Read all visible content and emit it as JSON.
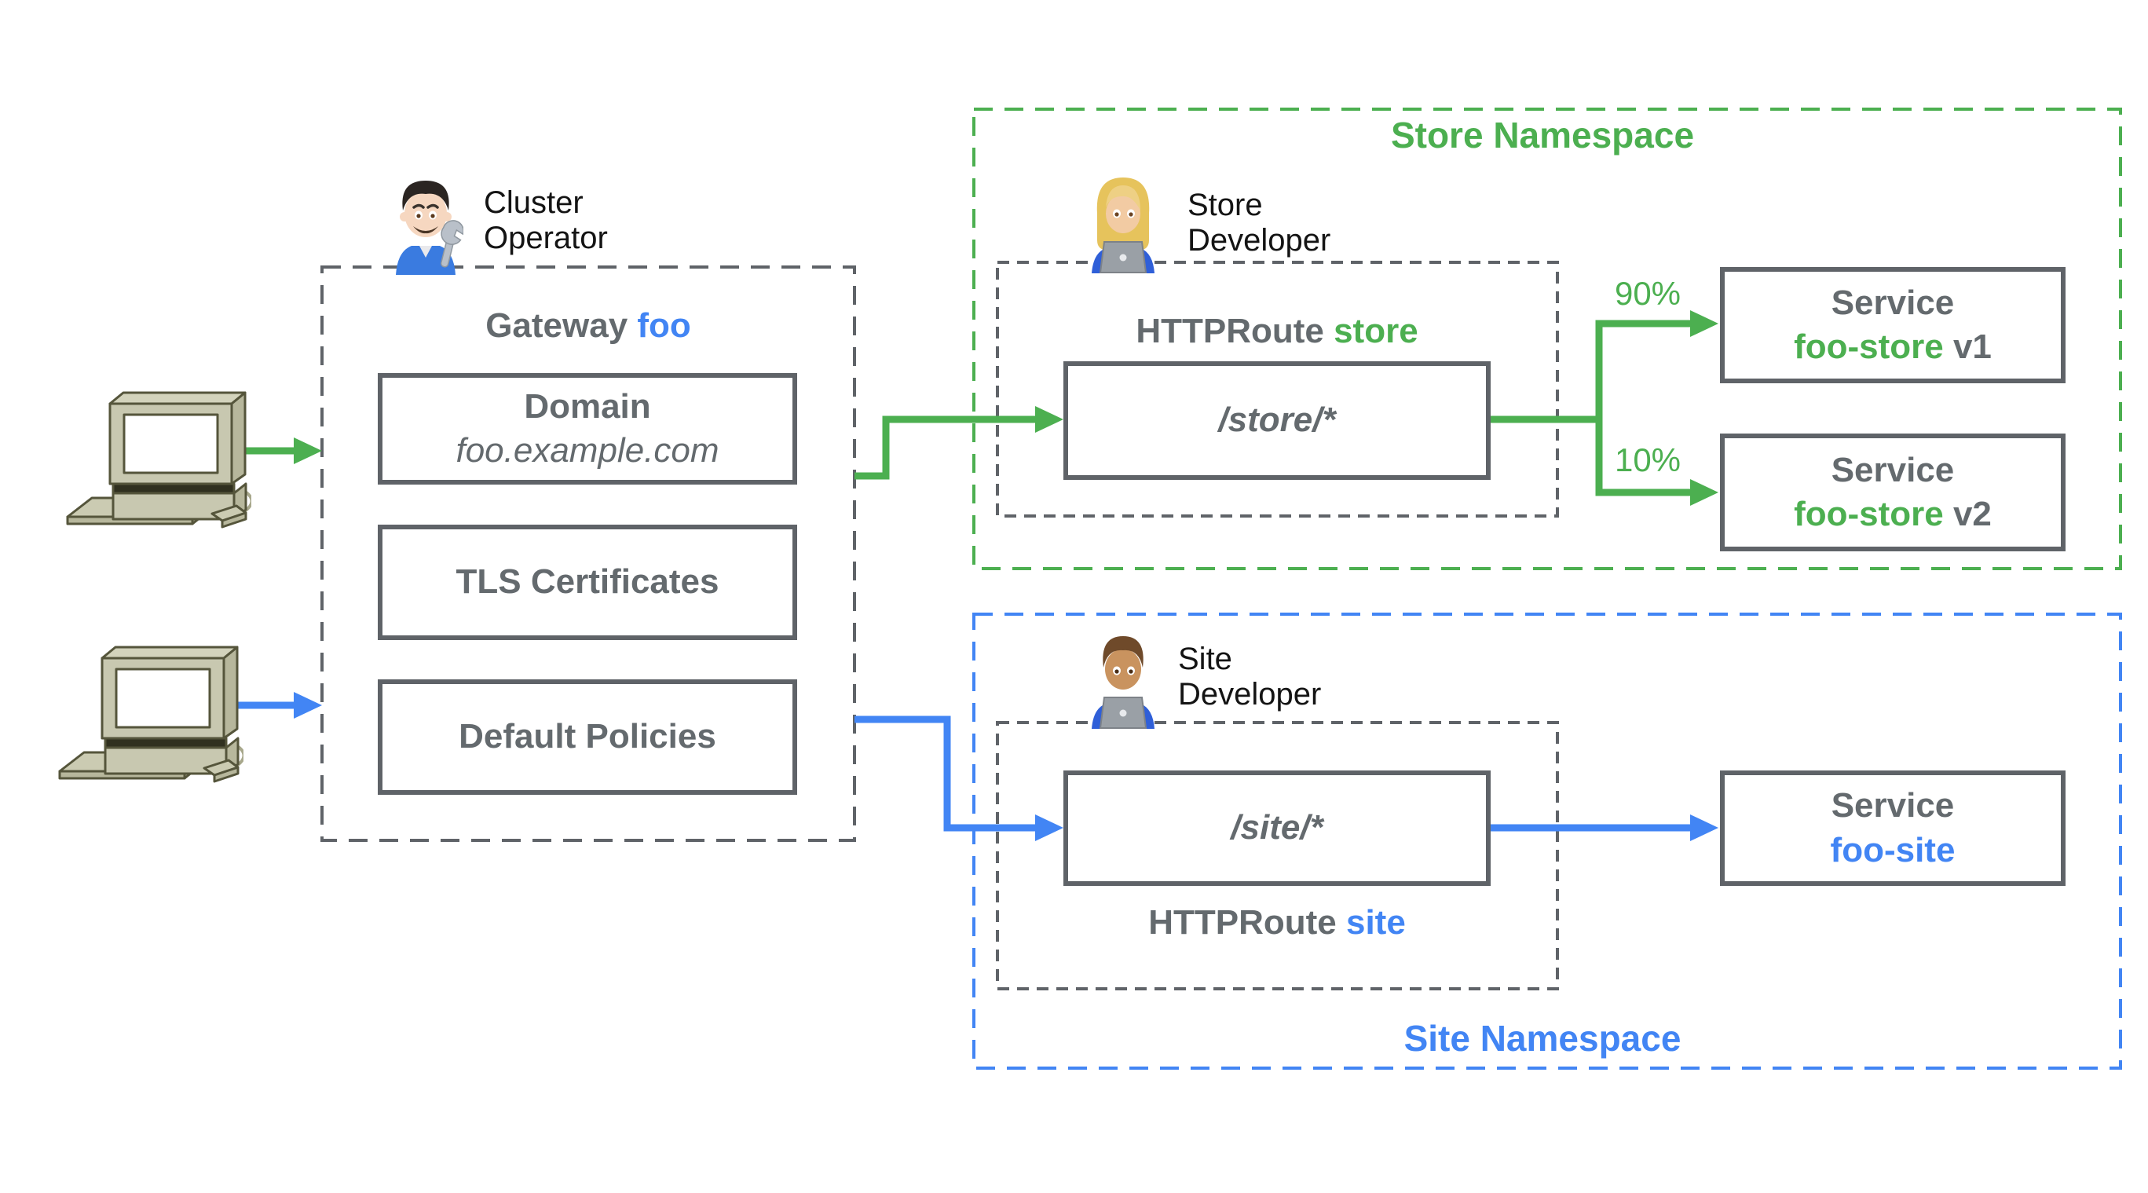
{
  "colors": {
    "green": "#4CAF50",
    "blue": "#4285F4",
    "gray_border": "#5f6368",
    "gray_text": "#646a6e",
    "black_text": "#141414",
    "computer_body": "#c8c8b0"
  },
  "clients": {
    "icon": "desktop-computer-icon",
    "count": 2
  },
  "gateway": {
    "persona": {
      "icon": "man-mechanic-emoji",
      "label": "Cluster Operator"
    },
    "title_prefix": "Gateway ",
    "title_name": "foo",
    "boxes": [
      {
        "title": "Domain",
        "subtitle": "foo.example.com"
      },
      {
        "title": "TLS Certificates"
      },
      {
        "title": "Default Policies"
      }
    ]
  },
  "store_namespace": {
    "label": "Store Namespace",
    "persona": {
      "icon": "woman-technologist-emoji",
      "label": "Store Developer"
    },
    "route": {
      "title_prefix": "HTTPRoute ",
      "title_name": "store",
      "path": "/store/*"
    },
    "splits": [
      {
        "percent": "90%",
        "service": {
          "line1": "Service",
          "name": "foo-store",
          "version": " v1"
        }
      },
      {
        "percent": "10%",
        "service": {
          "line1": "Service",
          "name": "foo-store",
          "version": " v2"
        }
      }
    ]
  },
  "site_namespace": {
    "label": "Site Namespace",
    "persona": {
      "icon": "man-technologist-emoji",
      "label": "Site Developer"
    },
    "route": {
      "title_prefix": "HTTPRoute ",
      "title_name": "site",
      "path": "/site/*"
    },
    "service": {
      "line1": "Service",
      "name": "foo-site"
    }
  }
}
